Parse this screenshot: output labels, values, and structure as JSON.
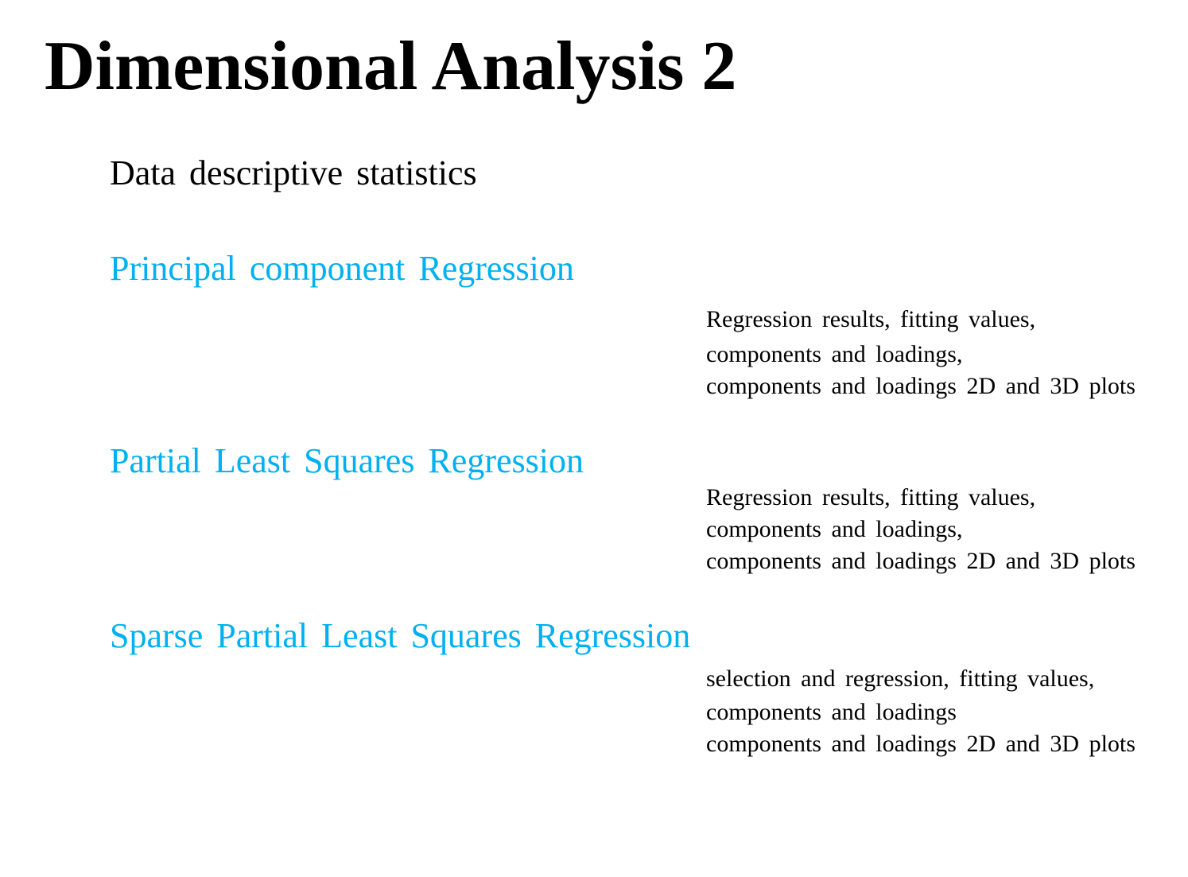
{
  "title": "Dimensional Analysis 2",
  "accent_color": "#00B0F0",
  "intro": "Data descriptive statistics",
  "sections": [
    {
      "heading": "Principal component Regression",
      "lines": [
        "Regression results, fitting values,",
        "components and loadings,",
        "components and loadings 2D and 3D plots"
      ]
    },
    {
      "heading": "Partial Least Squares Regression",
      "lines": [
        "Regression results, fitting values,",
        "components and loadings,",
        "components and loadings 2D and 3D plots"
      ]
    },
    {
      "heading": "Sparse Partial Least Squares Regression",
      "lines": [
        "selection and regression, fitting values,",
        "components and loadings",
        "components and loadings 2D and 3D plots"
      ]
    }
  ]
}
